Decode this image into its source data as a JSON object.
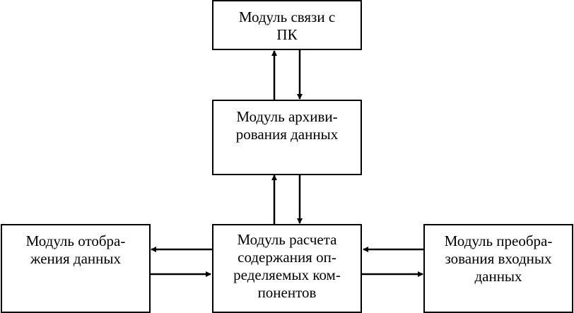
{
  "diagram": {
    "type": "block-diagram",
    "nodes": [
      {
        "id": "pc_comm",
        "lines": [
          "Модуль связи с",
          "ПК"
        ]
      },
      {
        "id": "archive",
        "lines": [
          "Модуль архиви-",
          "рования данных"
        ]
      },
      {
        "id": "calc",
        "lines": [
          "Модуль расчета",
          "содержания оп-",
          "ределяемых ком-",
          "понентов"
        ]
      },
      {
        "id": "display",
        "lines": [
          "Модуль отобра-",
          "жения данных"
        ]
      },
      {
        "id": "input_conv",
        "lines": [
          "Модуль преобра-",
          "зования входных",
          "данных"
        ]
      }
    ],
    "edges": [
      {
        "from": "archive",
        "to": "pc_comm"
      },
      {
        "from": "pc_comm",
        "to": "archive"
      },
      {
        "from": "calc",
        "to": "archive"
      },
      {
        "from": "archive",
        "to": "calc"
      },
      {
        "from": "calc",
        "to": "display"
      },
      {
        "from": "display",
        "to": "calc"
      },
      {
        "from": "input_conv",
        "to": "calc"
      },
      {
        "from": "calc",
        "to": "input_conv"
      }
    ]
  }
}
